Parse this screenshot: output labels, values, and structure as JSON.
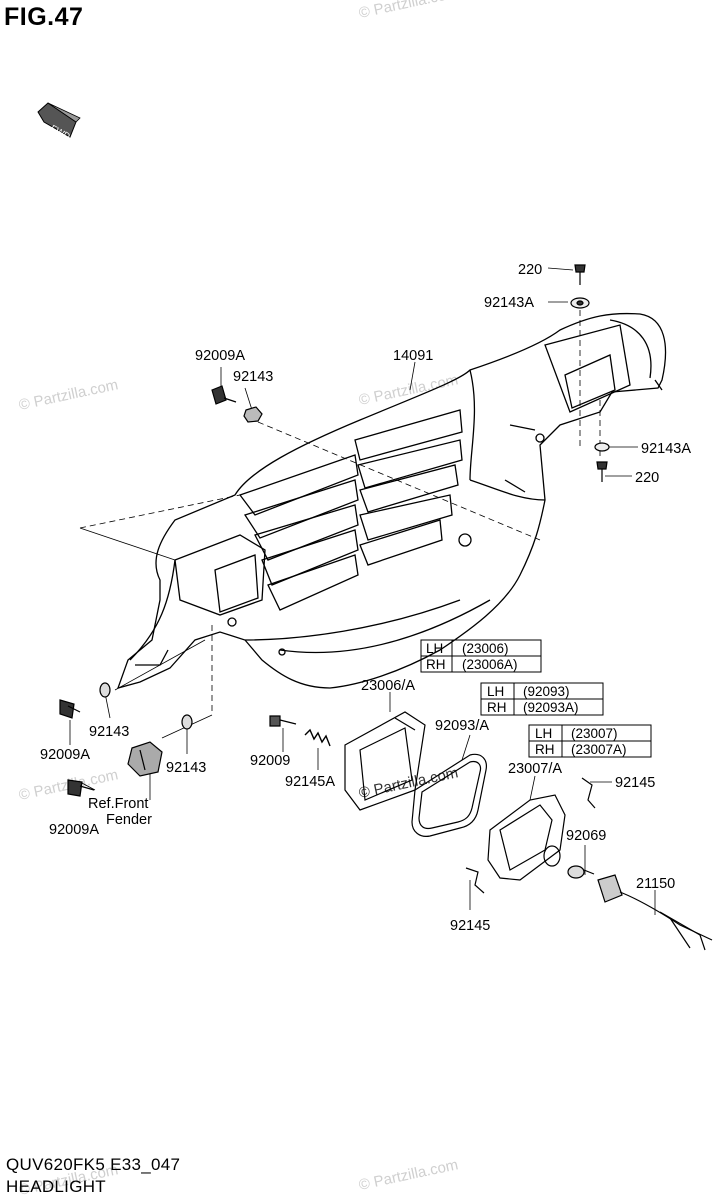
{
  "figure": {
    "title": "FIG.47",
    "footer_code": "QUV620FK5 E33_047",
    "footer_name": "HEADLIGHT",
    "fwd_label": "FWD"
  },
  "watermark": "© Partzilla.com",
  "colors": {
    "ink": "#000000",
    "watermark": "#cfcfcf",
    "background": "#ffffff"
  },
  "labels": {
    "p220_top": "220",
    "p92143A_top": "92143A",
    "p14091": "14091",
    "p92009A_top": "92009A",
    "p92143_top": "92143",
    "p92143A_right": "92143A",
    "p220_right": "220",
    "p23006": "23006/A",
    "p92093": "92093/A",
    "p23007": "23007/A",
    "p92145_right": "92145",
    "p92069": "92069",
    "p21150": "21150",
    "p92145_bottom": "92145",
    "p92143_left": "92143",
    "p92009A_left": "92009A",
    "p92143_mid": "92143",
    "p92009A_bottom": "92009A",
    "ref_front": "Ref.Front",
    "ref_fender": "Fender",
    "p92009": "92009",
    "p92145A": "92145A"
  },
  "tables": {
    "t23006": [
      [
        "LH",
        "(23006)"
      ],
      [
        "RH",
        "(23006A)"
      ]
    ],
    "t92093": [
      [
        "LH",
        "(92093)"
      ],
      [
        "RH",
        "(92093A)"
      ]
    ],
    "t23007": [
      [
        "LH",
        "(23007)"
      ],
      [
        "RH",
        "(23007A)"
      ]
    ]
  }
}
